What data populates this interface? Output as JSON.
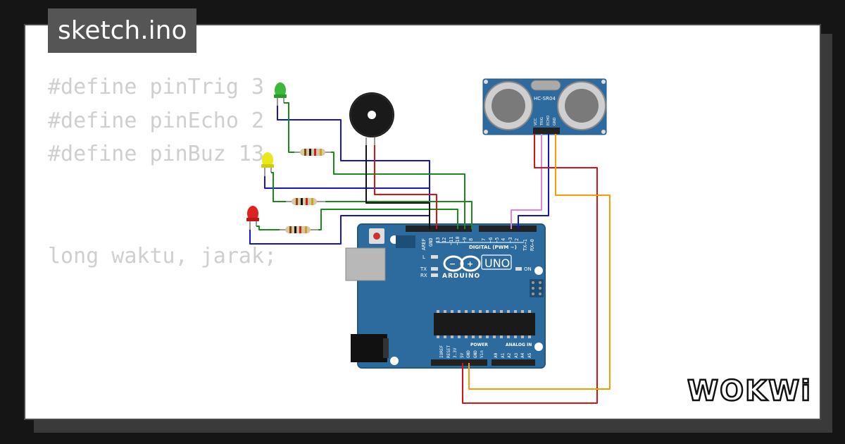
{
  "title": "sketch.ino",
  "code_lines": [
    "#define pinTrig 3",
    "#define pinEcho 2",
    "#define pinBuz 13",
    "long waktu, jarak;"
  ],
  "logo_text": "WOKWi",
  "arduino": {
    "brand": "ARDUINO",
    "model": "UNO",
    "digital_label": "DIGITAL (PWM ~)",
    "power_label": "POWER",
    "analog_label": "ANALOG IN",
    "on_label": "ON",
    "l_label": "L",
    "tx_label": "TX",
    "rx_label": "RX",
    "top_pins": [
      "AREF",
      "GND",
      "13",
      "12",
      "~11",
      "~10",
      "~9",
      "8",
      "7",
      "~6",
      "~5",
      "4",
      "~3",
      "2",
      "TX→1",
      "RX←0"
    ],
    "power_pins": [
      "IOREF",
      "RESET",
      "3.3V",
      "5V",
      "GND",
      "GND",
      "Vin"
    ],
    "analog_pins": [
      "A0",
      "A1",
      "A2",
      "A3",
      "A4",
      "A5"
    ]
  },
  "sensor": {
    "model": "HC-SR04",
    "pins": [
      "VCC",
      "TRIG",
      "ECHO",
      "GND"
    ]
  },
  "colors": {
    "board": "#2d6b9e",
    "wire_blue": "#1414cc",
    "wire_green": "#1a8a1a",
    "wire_red": "#dd1111",
    "wire_orange": "#ff9900",
    "wire_pink": "#e080e0",
    "wire_black": "#111111",
    "led_green": "#3cb83c",
    "led_yellow": "#e8e81a",
    "led_red": "#dd2222"
  }
}
